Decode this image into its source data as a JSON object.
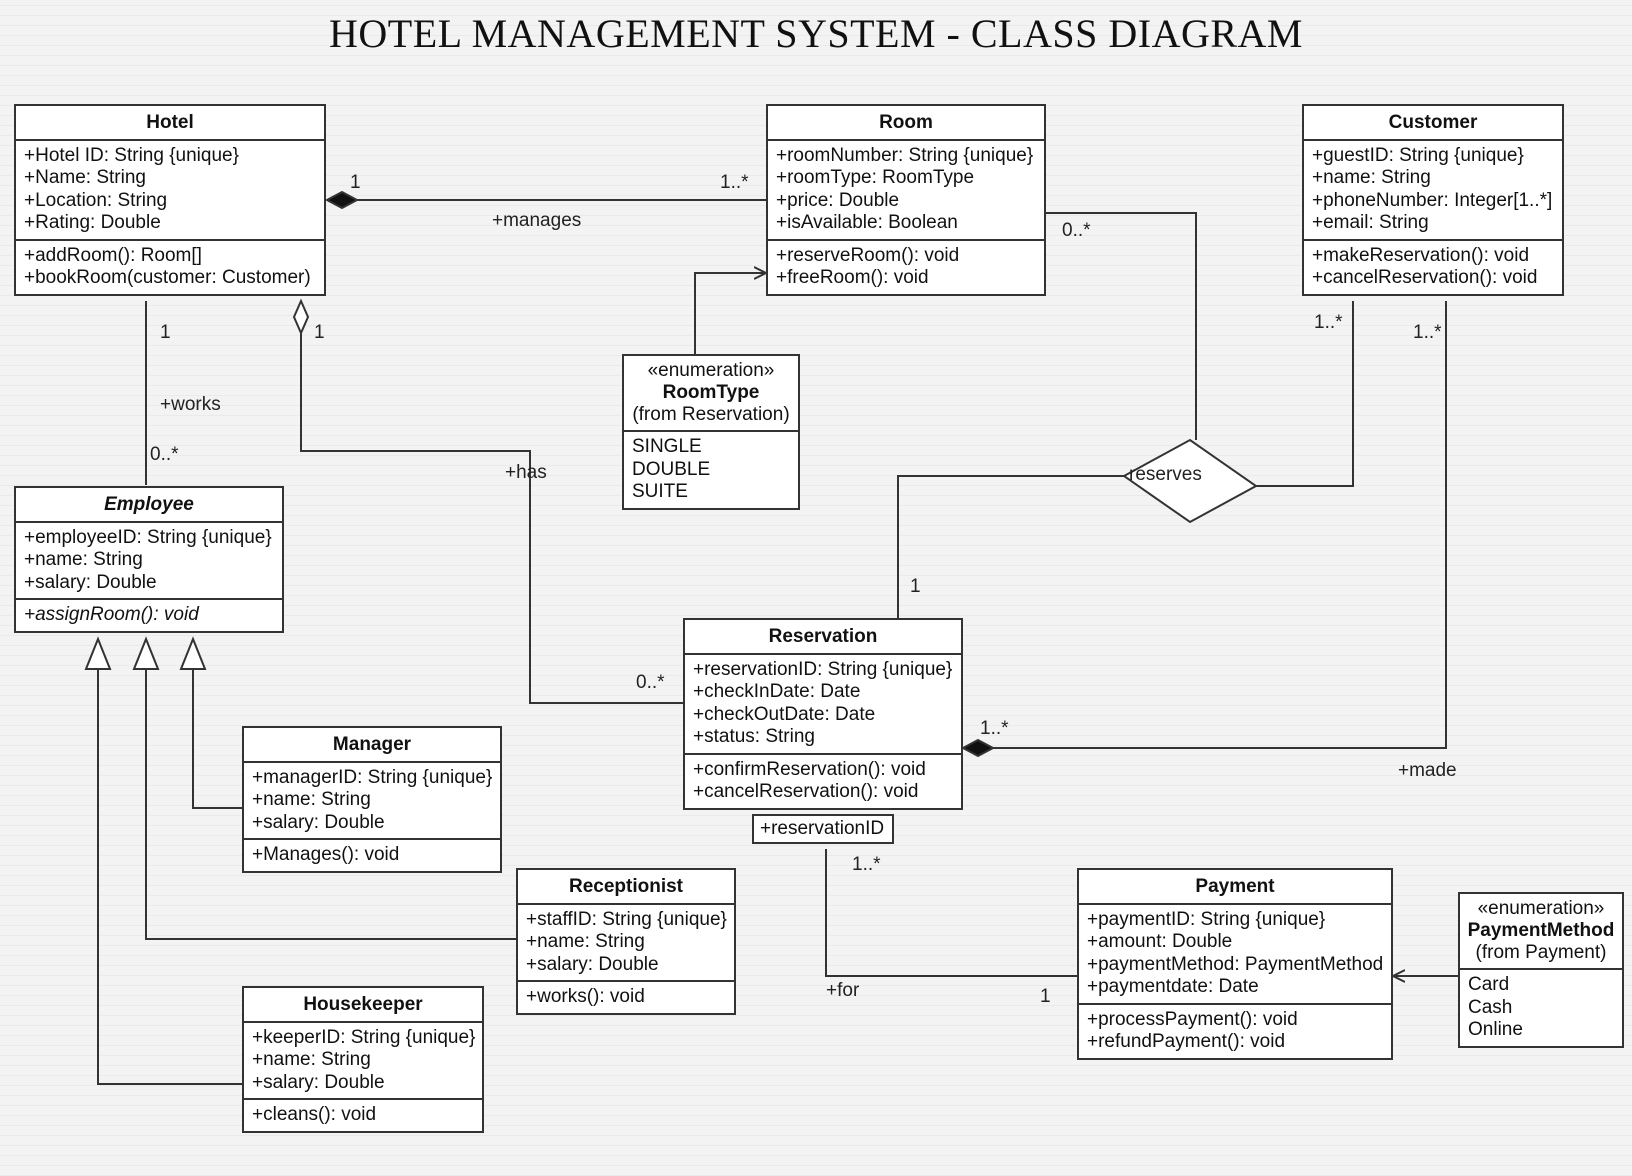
{
  "title": "HOTEL MANAGEMENT SYSTEM - CLASS DIAGRAM",
  "classes": {
    "hotel": {
      "name": "Hotel",
      "attributes": [
        "+Hotel ID: String {unique}",
        "+Name: String",
        "+Location: String",
        "+Rating: Double"
      ],
      "methods": [
        "+addRoom(): Room[]",
        "+bookRoom(customer: Customer)"
      ]
    },
    "room": {
      "name": "Room",
      "attributes": [
        "+roomNumber: String {unique}",
        "+roomType: RoomType",
        "+price: Double",
        "+isAvailable: Boolean"
      ],
      "methods": [
        "+reserveRoom(): void",
        "+freeRoom(): void"
      ]
    },
    "customer": {
      "name": "Customer",
      "attributes": [
        "+guestID: String {unique}",
        "+name: String",
        "+phoneNumber: Integer[1..*]",
        "+email: String"
      ],
      "methods": [
        "+makeReservation(): void",
        "+cancelReservation(): void"
      ]
    },
    "employee": {
      "name": "Employee",
      "attributes": [
        "+employeeID: String {unique}",
        "+name: String",
        "+salary: Double"
      ],
      "methods": [
        "+assignRoom(): void"
      ]
    },
    "reservation": {
      "name": "Reservation",
      "attributes": [
        "+reservationID: String {unique}",
        "+checkInDate: Date",
        "+checkOutDate: Date",
        "+status: String"
      ],
      "methods": [
        "+confirmReservation(): void",
        "+cancelReservation(): void"
      ],
      "qualifier": "+reservationID"
    },
    "manager": {
      "name": "Manager",
      "attributes": [
        "+managerID: String {unique}",
        "+name: String",
        "+salary: Double"
      ],
      "methods": [
        "+Manages(): void"
      ]
    },
    "receptionist": {
      "name": "Receptionist",
      "attributes": [
        "+staffID: String {unique}",
        "+name: String",
        "+salary: Double"
      ],
      "methods": [
        "+works(): void"
      ]
    },
    "housekeeper": {
      "name": "Housekeeper",
      "attributes": [
        "+keeperID: String {unique}",
        "+name: String",
        "+salary: Double"
      ],
      "methods": [
        "+cleans(): void"
      ]
    },
    "payment": {
      "name": "Payment",
      "attributes": [
        "+paymentID: String {unique}",
        "+amount: Double",
        "+paymentMethod: PaymentMethod",
        "+paymentdate: Date"
      ],
      "methods": [
        "+processPayment(): void",
        "+refundPayment(): void"
      ]
    }
  },
  "enums": {
    "roomtype": {
      "stereotype": "«enumeration»",
      "name": "RoomType",
      "from": "(from Reservation)",
      "values": [
        "SINGLE",
        "DOUBLE",
        "SUITE"
      ]
    },
    "paymentmethod": {
      "stereotype": "«enumeration»",
      "name": "PaymentMethod",
      "from": "(from Payment)",
      "values": [
        "Card",
        "Cash",
        "Online"
      ]
    }
  },
  "relationship_labels": {
    "manages": "+manages",
    "works": "+works",
    "has": "+has",
    "reserves": "reserves",
    "made": "+made",
    "for": "+for"
  },
  "multiplicities": {
    "hotel_room_hotel": "1",
    "hotel_room_room": "1..*",
    "room_reserves": "0..*",
    "hotel_employee_hotel": "1",
    "hotel_employee_employee": "0..*",
    "hotel_reservation_hotel": "1",
    "hotel_reservation_reservation": "0..*",
    "customer_reserves": "1..*",
    "customer_made": "1..*",
    "reserves_reservation": "1",
    "reservation_made": "1..*",
    "reservation_payment": "1..*",
    "payment_for": "1"
  }
}
